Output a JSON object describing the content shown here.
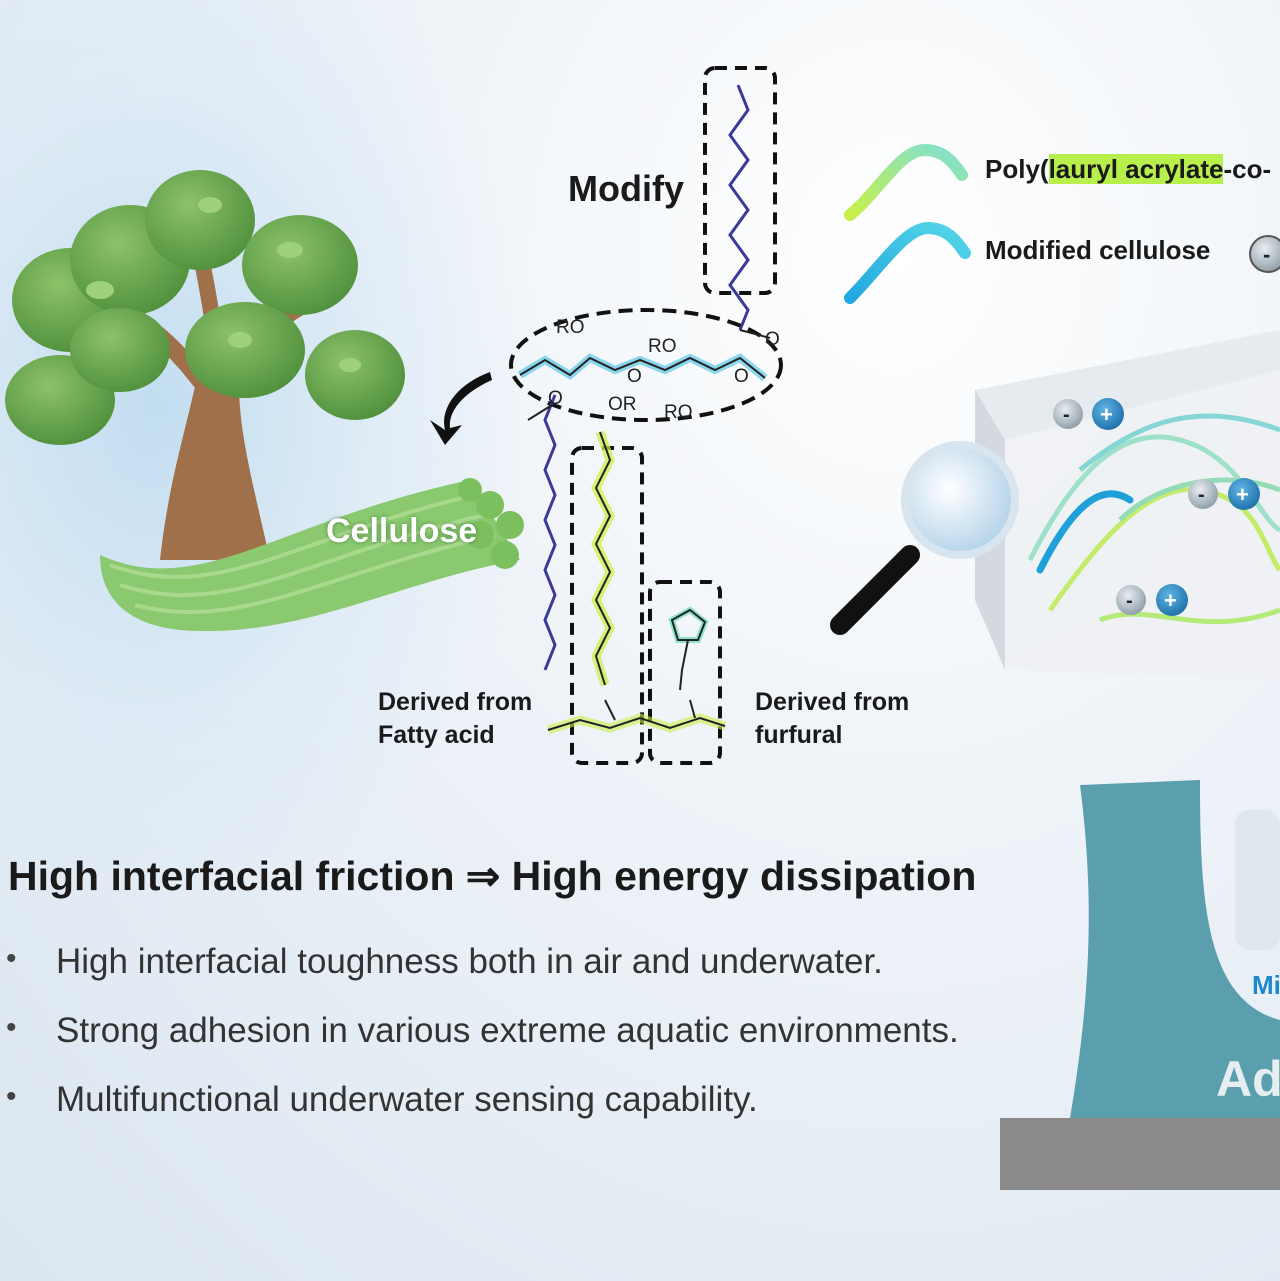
{
  "labels": {
    "modify": "Modify",
    "legend_poly_prefix": "Poly(",
    "legend_poly_highlight": "lauryl acrylate",
    "legend_poly_suffix": "-co-",
    "legend_cellulose": "Modified cellulose",
    "cellulose": "Cellulose",
    "fatty_line1": "Derived from",
    "fatty_line2": "Fatty acid",
    "furfural_line1": "Derived from",
    "furfural_line2": "furfural",
    "corner_mi": "Mi",
    "corner_ad": "Ad"
  },
  "chem": {
    "ro1": "RO",
    "ro2": "RO",
    "ro3": "RO",
    "or": "OR",
    "o_ring1": "O",
    "o_ring2": "O",
    "o_bridge": "O",
    "o_carbonyl": "O"
  },
  "charges": {
    "minus": "-",
    "plus": "+"
  },
  "headline": "High interfacial friction ⇒ High energy dissipation",
  "bullets": [
    "High interfacial toughness both in air and underwater.",
    "Strong adhesion in various extreme aquatic environments.",
    "Multifunctional underwater sensing capability."
  ],
  "colors": {
    "poly_chain": "#b8ef4c",
    "modified_cellulose": "#1fb2e0",
    "alkyl_chain": "#3a3a9a",
    "tree_green": "#6aa84f",
    "trunk": "#a0704a",
    "fiber_green": "#8bc970",
    "adhesive_teal": "#5b9fae",
    "substrate": "#8a8a8a"
  }
}
